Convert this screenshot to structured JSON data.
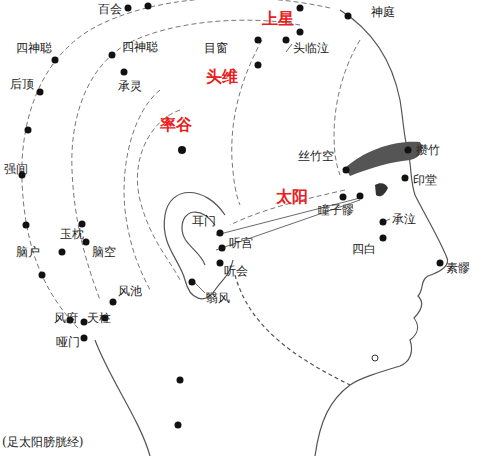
{
  "diagram": {
    "labels": [
      "百会",
      "神庭",
      "上星",
      "四神聪",
      "四神聪",
      "目窗",
      "头临泣",
      "后顶",
      "承灵",
      "头维",
      "率谷",
      "强间",
      "丝竹空",
      "攒竹",
      "印堂",
      "太阳",
      "瞳子髎",
      "耳门",
      "听宫",
      "听会",
      "承泣",
      "玉枕",
      "脑户",
      "脑空",
      "四白",
      "素髎",
      "风池",
      "风府",
      "天柱",
      "翳风",
      "哑门",
      "(足太阳膀胱经)"
    ]
  }
}
